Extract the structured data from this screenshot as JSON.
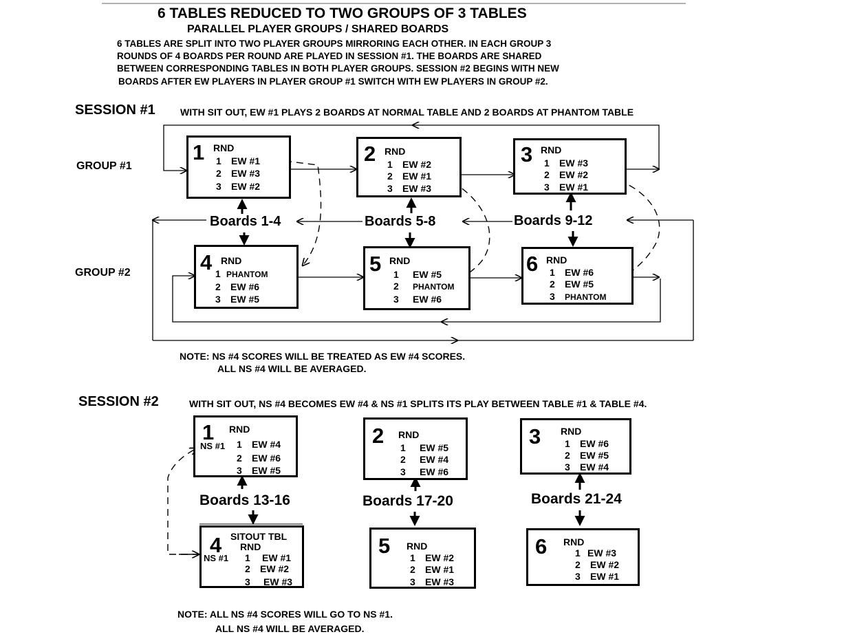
{
  "title": "6 TABLES REDUCED TO TWO GROUPS OF 3 TABLES",
  "subtitle": "PARALLEL PLAYER GROUPS / SHARED BOARDS",
  "intro": [
    "6 TABLES ARE SPLIT INTO TWO PLAYER GROUPS MIRRORING EACH OTHER.   IN EACH GROUP 3",
    "ROUNDS  OF 4 BOARDS PER ROUND ARE PLAYED IN SESSION #1.  THE BOARDS ARE SHARED",
    "BETWEEN CORRESPONDING TABLES IN BOTH PLAYER GROUPS.   SESSION #2 BEGINS WITH NEW",
    "BOARDS  AFTER EW PLAYERS IN PLAYER GROUP #1 SWITCH  WITH EW PLAYERS IN GROUP #2."
  ],
  "session1": {
    "label": "SESSION #1",
    "description": "WITH SIT OUT, EW #1 PLAYS 2 BOARDS AT NORMAL TABLE AND 2 BOARDS AT PHANTOM TABLE",
    "group1_label": "GROUP #1",
    "group2_label": "GROUP #2",
    "rnd_label": "RND",
    "tables": [
      {
        "num": "1",
        "rows": [
          [
            "1",
            "EW #1"
          ],
          [
            "2",
            "EW #3"
          ],
          [
            "3",
            "EW #2"
          ]
        ]
      },
      {
        "num": "2",
        "rows": [
          [
            "1",
            "EW #2"
          ],
          [
            "2",
            "EW #1"
          ],
          [
            "3",
            "EW #3"
          ]
        ]
      },
      {
        "num": "3",
        "rows": [
          [
            "1",
            "EW #3"
          ],
          [
            "2",
            "EW #2"
          ],
          [
            "3",
            "EW #1"
          ]
        ]
      },
      {
        "num": "4",
        "rows": [
          [
            "1",
            "PHANTOM"
          ],
          [
            "2",
            "EW #6"
          ],
          [
            "3",
            "EW #5"
          ]
        ]
      },
      {
        "num": "5",
        "rows": [
          [
            "1",
            "EW #5"
          ],
          [
            "2",
            "PHANTOM"
          ],
          [
            "3",
            "EW #6"
          ]
        ]
      },
      {
        "num": "6",
        "rows": [
          [
            "1",
            "EW #6"
          ],
          [
            "2",
            "EW #5"
          ],
          [
            "3",
            "PHANTOM"
          ]
        ]
      }
    ],
    "boards": [
      "Boards 1-4",
      "Boards 5-8",
      "Boards 9-12"
    ],
    "note1": "NOTE: NS #4 SCORES WILL BE TREATED AS EW #4 SCORES.",
    "note2": "ALL NS #4 WILL BE AVERAGED."
  },
  "session2": {
    "label": "SESSION #2",
    "description": "WITH SIT OUT, NS #4 BECOMES EW #4  & NS #1 SPLITS ITS PLAY BETWEEN TABLE #1 & TABLE #4.",
    "rnd_label": "RND",
    "ns_label": "NS #1",
    "sitout_label": "SITOUT TBL",
    "tables": [
      {
        "num": "1",
        "rows": [
          [
            "1",
            "EW #4"
          ],
          [
            "2",
            "EW #6"
          ],
          [
            "3",
            "EW #5"
          ]
        ]
      },
      {
        "num": "2",
        "rows": [
          [
            "1",
            "EW #5"
          ],
          [
            "2",
            "EW #4"
          ],
          [
            "3",
            "EW #6"
          ]
        ]
      },
      {
        "num": "3",
        "rows": [
          [
            "1",
            "EW #6"
          ],
          [
            "2",
            "EW #5"
          ],
          [
            "3",
            "EW #4"
          ]
        ]
      },
      {
        "num": "4",
        "rows": [
          [
            "1",
            "EW #1"
          ],
          [
            "2",
            "EW #2"
          ],
          [
            "3",
            "EW #3"
          ]
        ]
      },
      {
        "num": "5",
        "rows": [
          [
            "1",
            "EW #2"
          ],
          [
            "2",
            "EW #1"
          ],
          [
            "3",
            "EW #3"
          ]
        ]
      },
      {
        "num": "6",
        "rows": [
          [
            "1",
            "EW #3"
          ],
          [
            "2",
            "EW #2"
          ],
          [
            "3",
            "EW #1"
          ]
        ]
      }
    ],
    "boards": [
      "Boards 13-16",
      "Boards 17-20",
      "Boards 21-24"
    ],
    "note1": "NOTE: ALL NS #4  SCORES WILL GO TO NS #1.",
    "note2": "ALL NS #4 WILL BE AVERAGED."
  }
}
